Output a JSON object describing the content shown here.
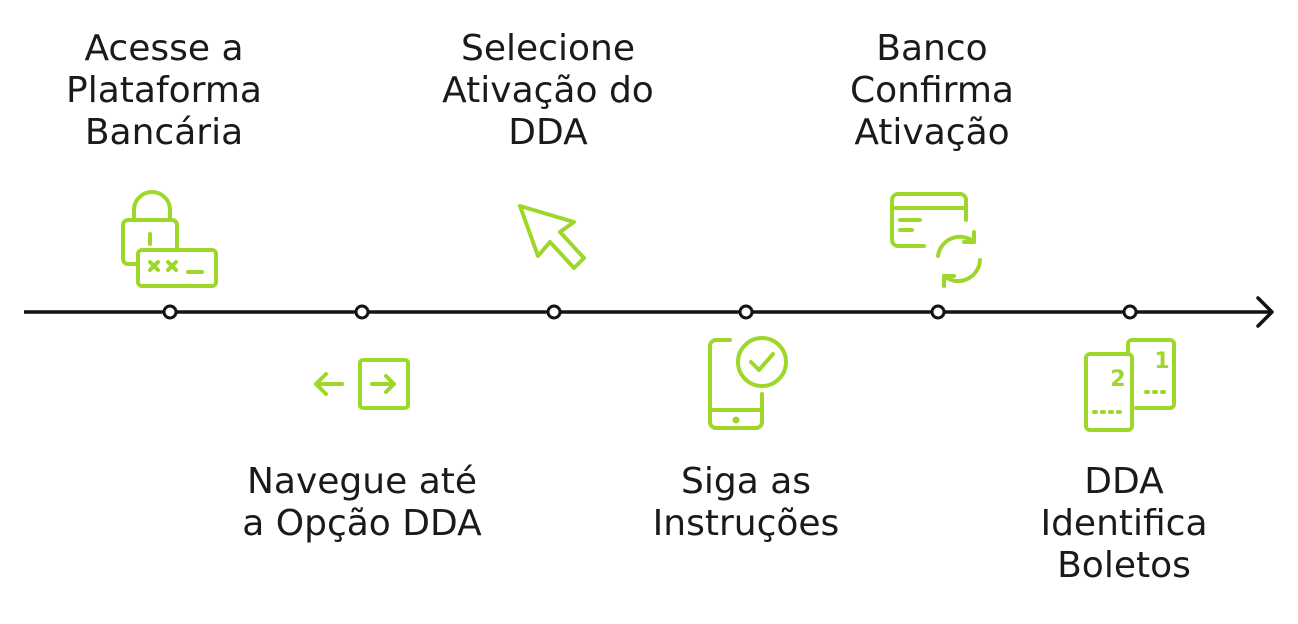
{
  "diagram": {
    "accent_color": "#9ed72a",
    "line_color": "#111111",
    "steps": [
      {
        "label": "Acesse a\nPlataforma\nBancária",
        "icon": "lock-password-icon"
      },
      {
        "label": "Navegue até\na Opção DDA",
        "icon": "arrow-login-icon"
      },
      {
        "label": "Selecione\nAtivação do\nDDA",
        "icon": "cursor-pointer-icon"
      },
      {
        "label": "Siga as\nInstruções",
        "icon": "phone-check-icon"
      },
      {
        "label": "Banco\nConfirma\nAtivação",
        "icon": "card-refresh-icon"
      },
      {
        "label": "DDA\nIdentifica\nBoletos",
        "icon": "numbered-documents-icon"
      }
    ]
  }
}
